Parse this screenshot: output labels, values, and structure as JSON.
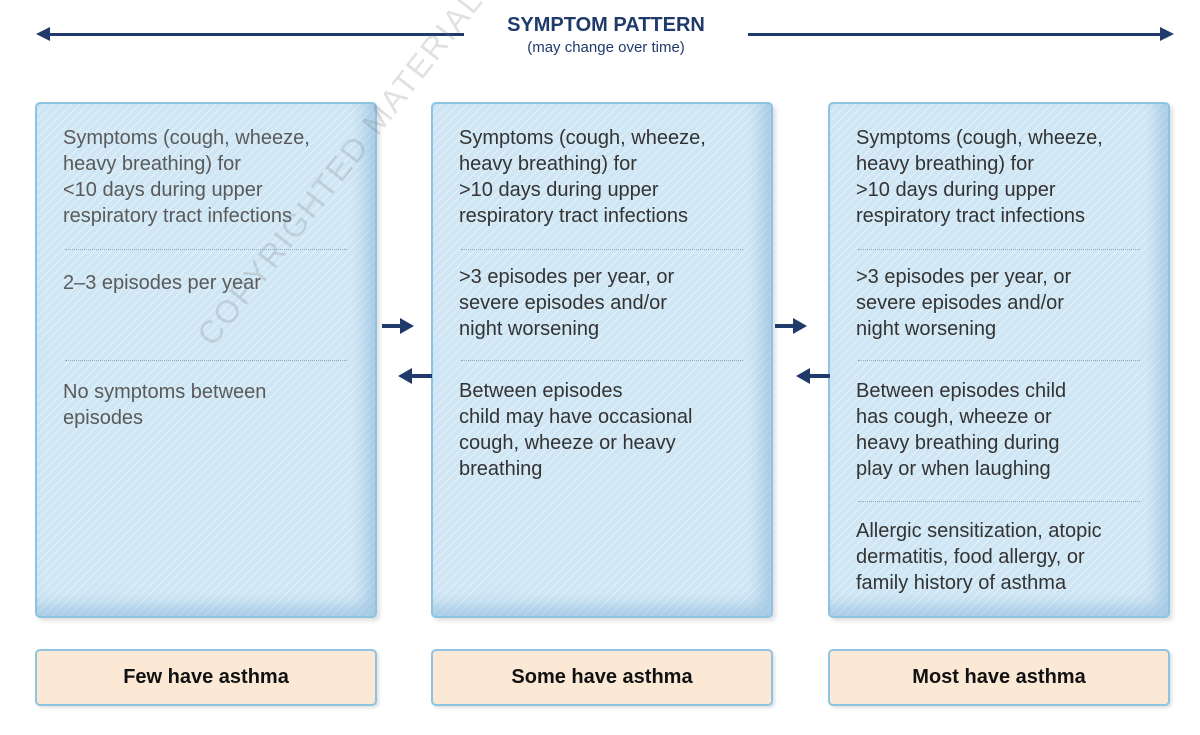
{
  "header": {
    "title": "SYMPTOM PATTERN",
    "subtitle": "(may change over time)"
  },
  "columns": [
    {
      "cells": [
        "Symptoms (cough, wheeze,\nheavy breathing) for\n<10 days during upper\nrespiratory tract infections",
        "2–3 episodes per year",
        "No symptoms between\nepisodes"
      ],
      "result": "Few have asthma"
    },
    {
      "cells": [
        "Symptoms (cough, wheeze,\nheavy breathing) for\n>10 days during upper\nrespiratory tract infections",
        ">3 episodes per year, or\nsevere episodes and/or\nnight worsening",
        "Between episodes\nchild may have occasional\ncough, wheeze or heavy\nbreathing"
      ],
      "result": "Some have asthma"
    },
    {
      "cells": [
        "Symptoms (cough, wheeze,\nheavy breathing) for\n>10 days during upper\nrespiratory tract infections",
        ">3 episodes per year, or\nsevere episodes and/or\nnight worsening",
        "Between episodes child\nhas cough, wheeze or\nheavy breathing during\nplay or when laughing",
        "Allergic sensitization, atopic\ndermatitis, food allergy, or\nfamily history of asthma"
      ],
      "result": "Most have asthma"
    }
  ],
  "watermark": "COPYRIGHTED MATERIAL – DO NOT COPY OR DISTRIBUTE",
  "colors": {
    "header": "#1f3a6b",
    "column_fill": "#cfe6f4",
    "column_border": "#8fc3e2",
    "result_fill": "#fbe9d6",
    "arrow": "#1f3a6b"
  }
}
